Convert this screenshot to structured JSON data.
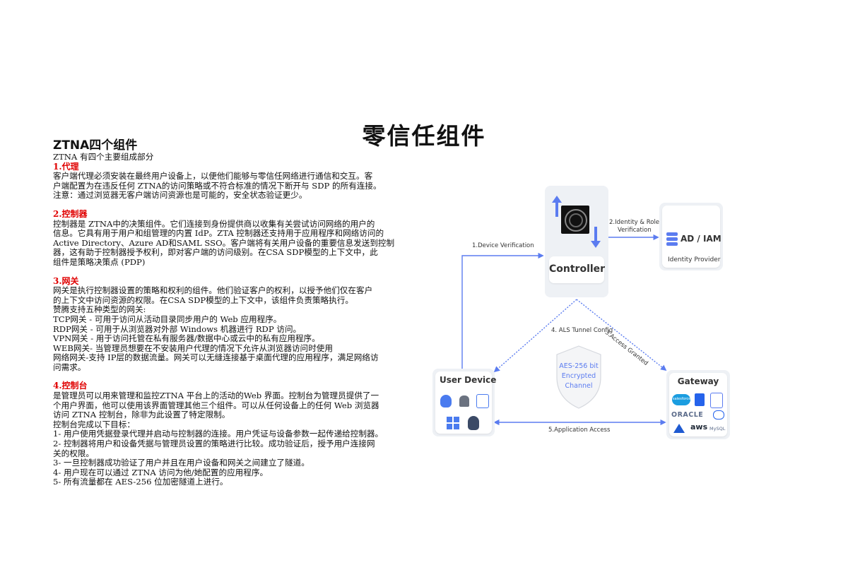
{
  "page_title": "零信任组件",
  "left": {
    "heading": "ZTNA四个组件",
    "subheading": "ZTNA 有四个主要组成部分",
    "agent": {
      "title": "1.代理",
      "lines": [
        "客户端代理必须安装在最终用户设备上，以便他们能够与零信任网络进行通信和交互。客",
        "户端配置为在违反任何 ZTNA的访问策略或不符合标准的情况下断开与 SDP 的所有连接。",
        "注意：通过浏览器无客户端访问资源也是可能的，安全状态验证更少。"
      ]
    },
    "controller": {
      "title": "2.控制器",
      "lines": [
        "控制器是 ZTNA中的决策组件。它们连接到身份提供商以收集有关尝试访问网络的用户的",
        "信息。它具有用于用户和组管理的内置 IdP。ZTA 控制器还支持用于应用程序和网络访问的",
        "Active Directory、Azure AD和SAML SSO。客户端将有关用户设备的重要信息发送到控制",
        "器，这有助于控制器授予权利，即对客户端的访问级别。在CSA SDP模型的上下文中，此",
        "组件是策略决策点 (PDP)"
      ]
    },
    "gateway": {
      "title": "3.网关",
      "lines": [
        "网关是执行控制器设置的策略和权利的组件。他们验证客户的权利，以授予他们仅在客户",
        "的上下文中访问资源的权限。在CSA SDP模型的上下文中，该组件负责策略执行。",
        " 赞腾支持五种类型的网关:",
        "TCP网关 - 可用于访问从活动目录同步用户的 Web 应用程序。",
        "RDP网关 - 可用于从浏览器对外部 Windows 机器进行 RDP 访问。",
        "VPN网关 - 用于访问托管在私有服务器/数据中心或云中的私有应用程序。",
        "WEB网关- 当管理员想要在不安装用户代理的情况下允许从浏览器访问时使用",
        "网络网关-支持 IP层的数据流量。网关可以无缝连接基于桌面代理的应用程序，满足网络访",
        "问需求。"
      ]
    },
    "console": {
      "title": "4.控制台",
      "lines": [
        "是管理员可以用来管理和监控ZTNA 平台上的活动的Web 界面。控制台为管理员提供了一",
        "个用户界面，他可以使用该界面管理其他三个组件。可以从任何设备上的任何 Web 浏览器",
        "访问 ZTNA 控制台，除非为此设置了特定限制。",
        "控制台完成以下目标：",
        "1- 用户使用凭据登录代理并启动与控制器的连接。用户凭证与设备参数一起传递给控制器。",
        "2- 控制器将用户和设备凭据与管理员设置的策略进行比较。成功验证后，授予用户连接网",
        "关的权限。",
        "3- 一旦控制器成功验证了用户并且在用户设备和网关之间建立了隧道。",
        "4- 用户现在可以通过 ZTNA 访问为他/她配置的应用程序。",
        "5- 所有流量都在 AES-256 位加密隧道上进行。"
      ]
    }
  },
  "diagram": {
    "controller_label": "Controller",
    "idp_label": "AD / IAM",
    "idp_sub": "Identity Provider",
    "user_device_label": "User Device",
    "gateway_label": "Gateway",
    "shield_text": [
      "AES-256 bit",
      "Encrypted",
      "Channel"
    ],
    "step1": "1.Device Verification",
    "step2a": "2.Identity & Role",
    "step2b": "Verification",
    "step3": "3.Access Granted",
    "step4": "4. ALS Tunnel Config",
    "step5": "5.Application Access",
    "gateway_logos": {
      "salesforce": "salesforce",
      "oracle": "ORACLE",
      "aws": "aws",
      "mysql": "MySQL"
    },
    "accent_color": "#5b7cf0"
  }
}
